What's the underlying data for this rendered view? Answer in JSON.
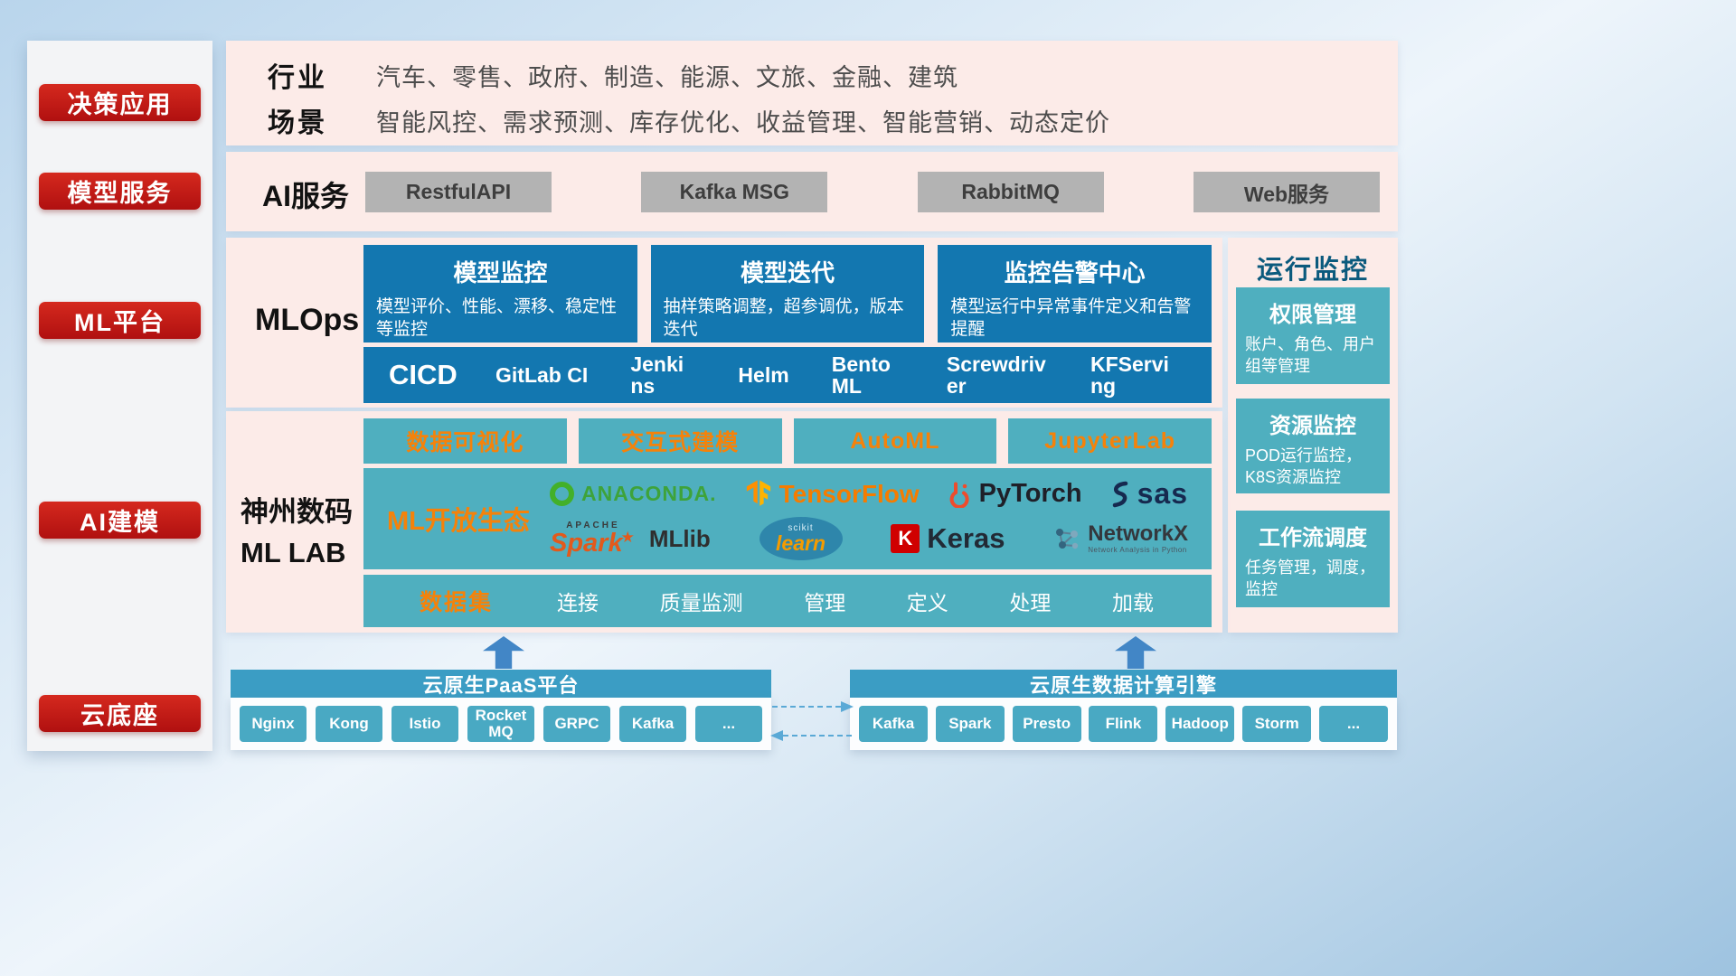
{
  "sidebar": {
    "items": [
      {
        "label": "决策应用"
      },
      {
        "label": "模型服务"
      },
      {
        "label": "ML平台"
      },
      {
        "label": "AI建模"
      },
      {
        "label": "云底座"
      }
    ]
  },
  "applications": {
    "industry_label": "行业",
    "industry_list": "汽车、零售、政府、制造、能源、文旅、金融、建筑",
    "scene_label": "场景",
    "scene_list": "智能风控、需求预测、库存优化、收益管理、智能营销、动态定价"
  },
  "model_service": {
    "label": "AI服务",
    "services": [
      "RestfulAPI",
      "Kafka MSG",
      "RabbitMQ",
      "Web服务"
    ]
  },
  "mlops": {
    "label": "MLOps",
    "cards": [
      {
        "title": "模型监控",
        "desc": "模型评价、性能、漂移、稳定性等监控"
      },
      {
        "title": "模型迭代",
        "desc": "抽样策略调整，超参调优，版本迭代"
      },
      {
        "title": "监控告警中心",
        "desc": "模型运行中异常事件定义和告警提醒"
      }
    ],
    "cicd_label": "CICD",
    "cicd_tools": [
      "GitLab CI",
      "Jenkins",
      "Helm",
      "BentoML",
      "Screwdriver",
      "KFServing"
    ]
  },
  "monitoring": {
    "title": "运行监控",
    "cards": [
      {
        "title": "权限管理",
        "desc": "账户、角色、用户组等管理"
      },
      {
        "title": "资源监控",
        "desc": "POD运行监控，K8S资源监控"
      },
      {
        "title": "工作流调度",
        "desc": "任务管理，调度，监控"
      }
    ]
  },
  "mllab": {
    "name_line1": "神州数码",
    "name_line2": "ML LAB",
    "studio_tools": [
      "数据可视化",
      "交互式建模",
      "AutoML",
      "JupyterLab"
    ],
    "ecosystem_label": "ML开放生态",
    "logos": {
      "anaconda": "ANACONDA.",
      "tensorflow": "TensorFlow",
      "pytorch": "PyTorch",
      "sas": "sas",
      "apache": "APACHE",
      "spark": "Spark",
      "spark_star": "★",
      "mllib": "MLlib",
      "scikit_top": "scikit",
      "scikit_main": "learn",
      "keras_k": "K",
      "keras": "Keras",
      "networkx": "NetworkX",
      "networkx_sub": "Network Analysis in Python"
    },
    "dataset_label": "数据集",
    "dataset_items": [
      "连接",
      "质量监测",
      "管理",
      "定义",
      "处理",
      "加载"
    ]
  },
  "cloud": {
    "paas_title": "云原生PaaS平台",
    "paas_components": [
      "Nginx",
      "Kong",
      "Istio",
      "RocketMQ",
      "GRPC",
      "Kafka",
      "..."
    ],
    "engine_title": "云原生数据计算引擎",
    "engine_components": [
      "Kafka",
      "Spark",
      "Presto",
      "Flink",
      "Hadoop",
      "Storm",
      "..."
    ]
  },
  "colors": {
    "sidebar_red": "#c2181b",
    "panel_pink": "#fcebe8",
    "block_blue": "#1377b0",
    "block_teal": "#4fafbf",
    "accent_orange": "#f5820a",
    "bar_blue": "#3b9dc4",
    "chip_teal": "#49a9c3",
    "service_gray": "#b3b3b3"
  }
}
